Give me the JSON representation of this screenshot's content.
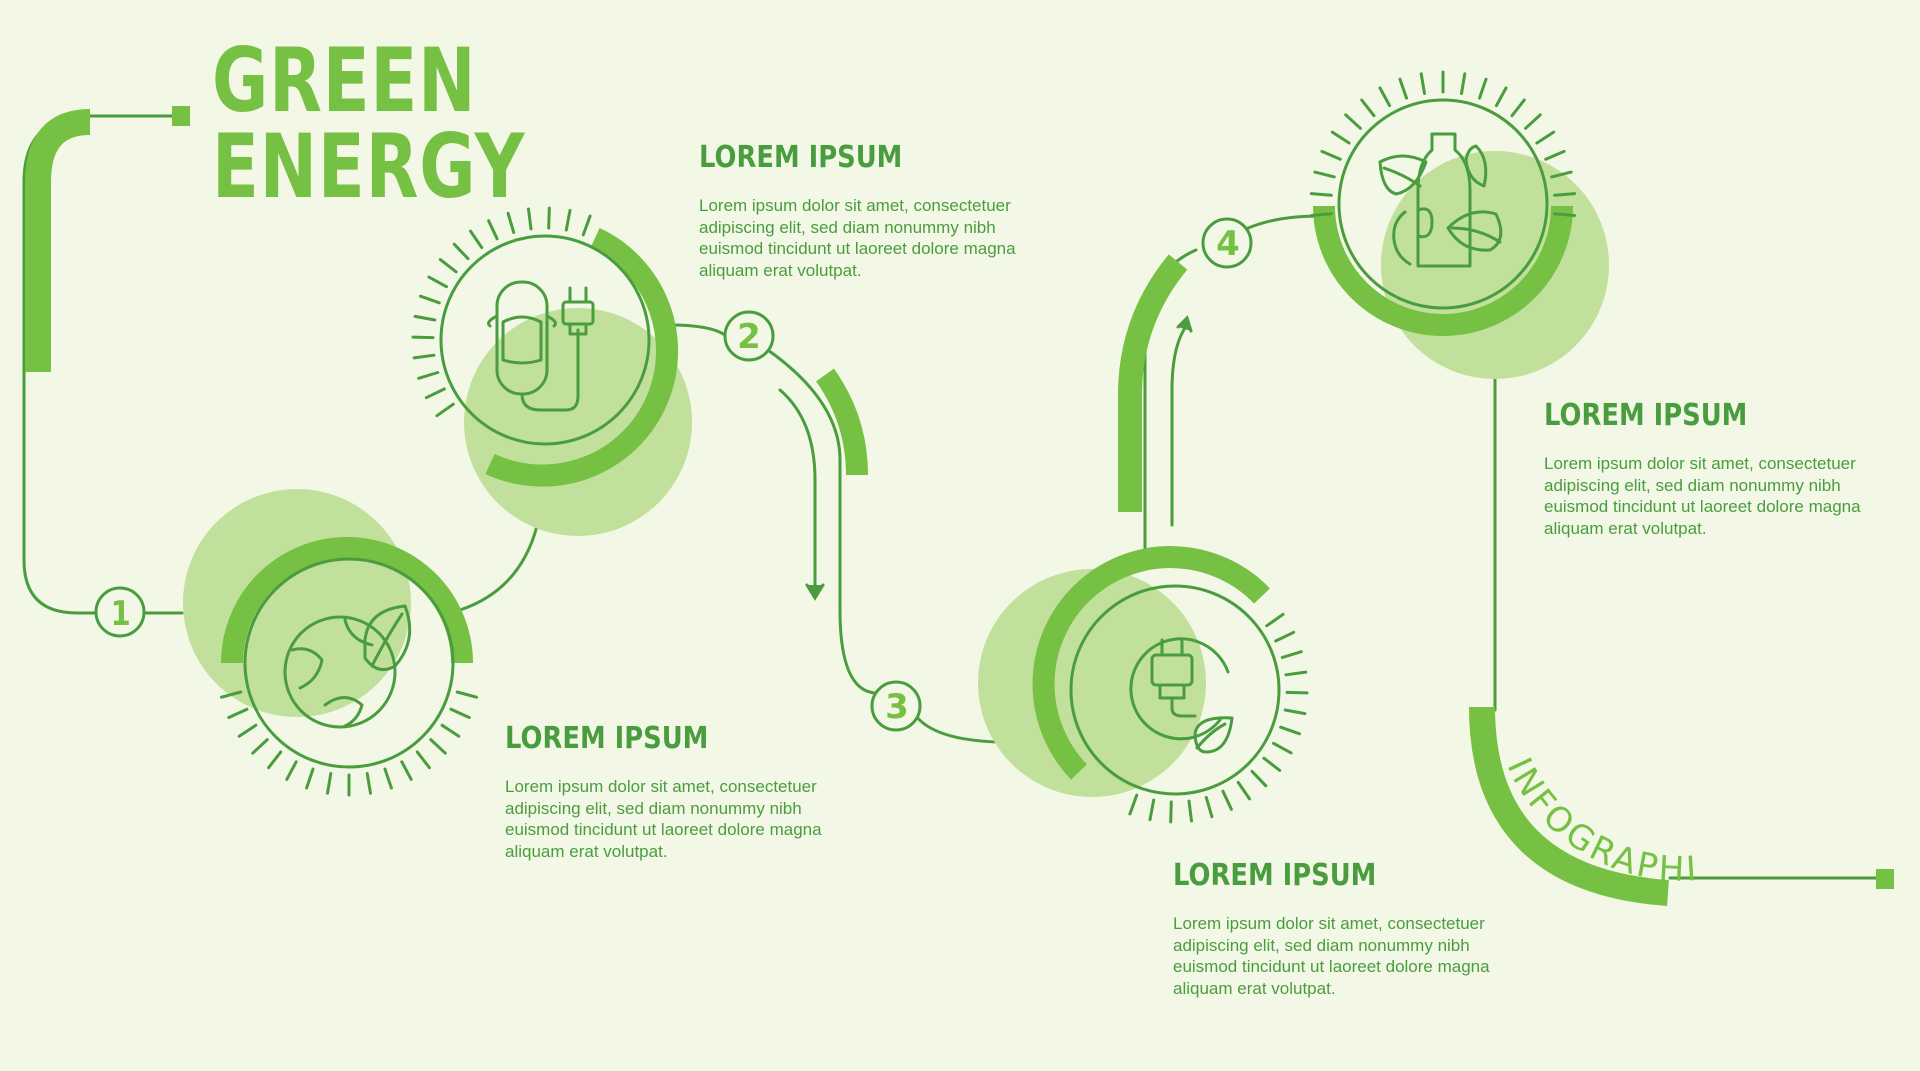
{
  "title": {
    "line1": "GREEN",
    "line2": "ENERGY"
  },
  "steps": [
    {
      "number": "1",
      "icon": "earth-leaf-icon",
      "heading": "LOREM IPSUM",
      "body": "Lorem ipsum dolor sit amet, consectetuer adipiscing elit, sed diam nonummy nibh euismod tincidunt ut laoreet dolore magna aliquam erat volutpat."
    },
    {
      "number": "2",
      "icon": "electric-car-plug-icon",
      "heading": "LOREM IPSUM",
      "body": "Lorem ipsum dolor sit amet, consectetuer adipiscing elit, sed diam nonummy nibh euismod tincidunt ut laoreet dolore magna aliquam erat volutpat."
    },
    {
      "number": "3",
      "icon": "plug-leaf-icon",
      "heading": "LOREM IPSUM",
      "body": "Lorem ipsum dolor sit amet, consectetuer adipiscing elit, sed diam nonummy nibh euismod tincidunt ut laoreet dolore magna aliquam erat volutpat."
    },
    {
      "number": "4",
      "icon": "recycle-bottle-leaves-icon",
      "heading": "LOREM IPSUM",
      "body": "Lorem ipsum dolor sit amet, consectetuer adipiscing elit, sed diam nonummy nibh euismod tincidunt ut laoreet dolore magna aliquam erat volutpat."
    }
  ],
  "footer": {
    "label": "INFOGRAPHIC DESIGN"
  },
  "colors": {
    "background": "#f2f7e6",
    "accent": "#76c043",
    "line": "#4a9d3e",
    "blob": "#c1e09b",
    "circle_fill": "#f2f7e6"
  }
}
